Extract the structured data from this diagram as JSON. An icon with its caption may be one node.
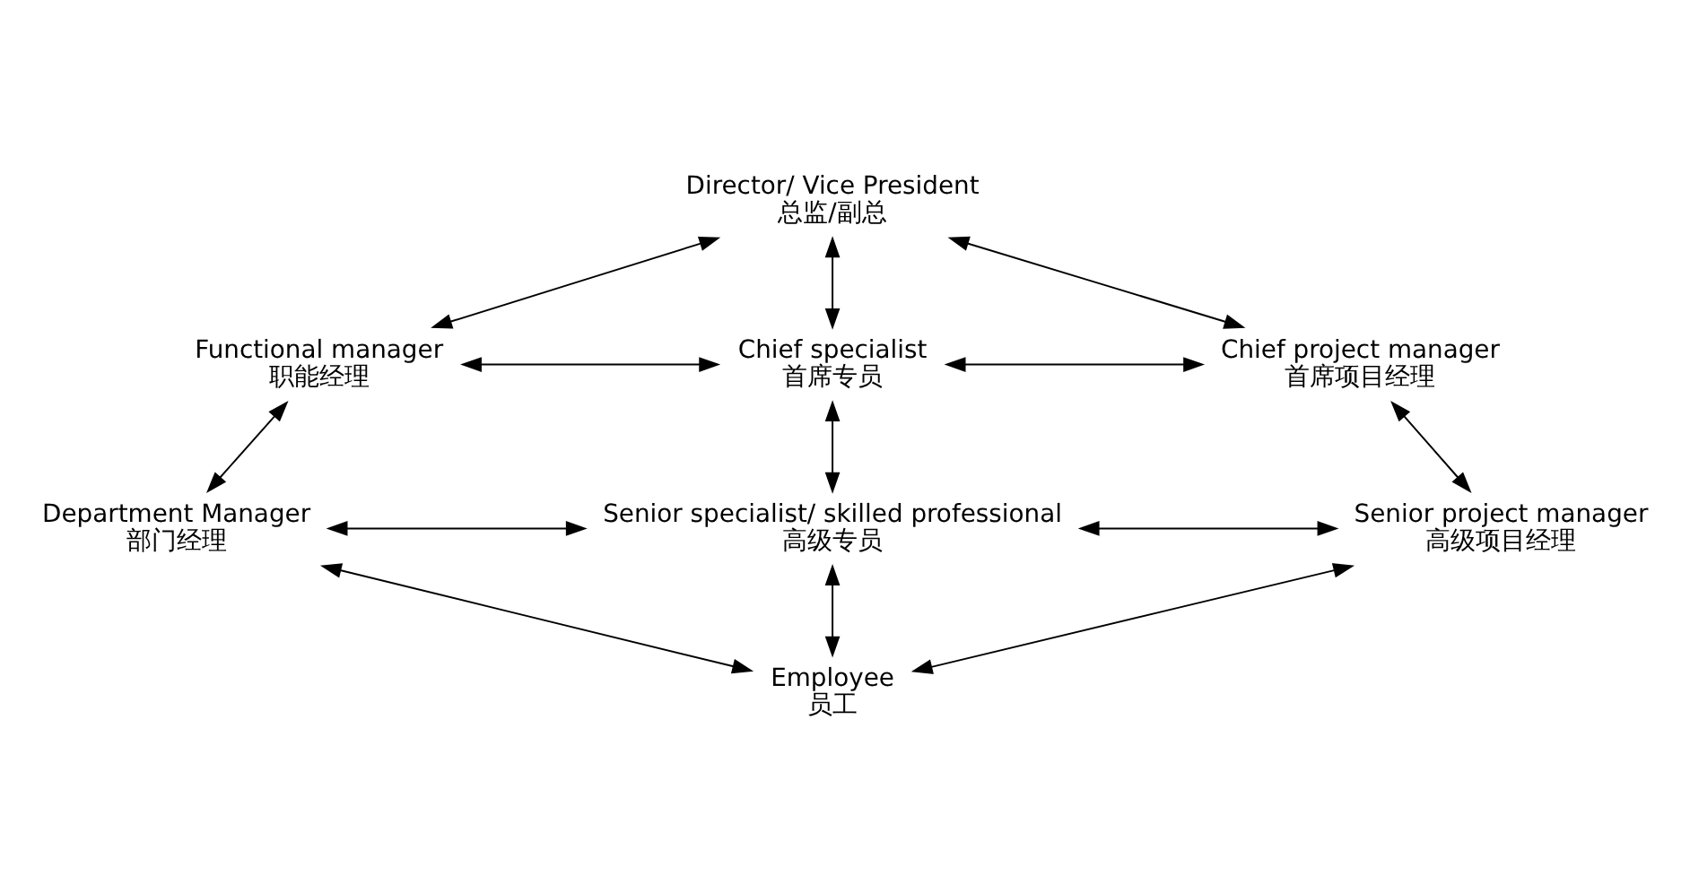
{
  "diagram": {
    "nodes": [
      {
        "text": [
          "Director/ Vice President",
          "总监/副总"
        ]
      },
      {
        "text": [
          "Functional manager",
          "职能经理"
        ]
      },
      {
        "text": [
          "Chief specialist",
          "首席专员"
        ]
      },
      {
        "text": [
          "Chief project manager",
          "首席项目经理"
        ]
      },
      {
        "text": [
          "Department Manager",
          "部门经理"
        ]
      },
      {
        "text": [
          "Senior specialist/ skilled professional",
          "高级专员"
        ]
      },
      {
        "text": [
          "Senior project manager",
          "高级项目经理"
        ]
      },
      {
        "text": [
          "Employee",
          "员工"
        ]
      }
    ],
    "edges": [
      {
        "from": 0,
        "to": 1,
        "arrow": "both"
      },
      {
        "from": 0,
        "to": 2,
        "arrow": "both"
      },
      {
        "from": 0,
        "to": 3,
        "arrow": "both"
      },
      {
        "from": 1,
        "to": 2,
        "arrow": "both"
      },
      {
        "from": 2,
        "to": 3,
        "arrow": "both"
      },
      {
        "from": 1,
        "to": 4,
        "arrow": "both"
      },
      {
        "from": 2,
        "to": 5,
        "arrow": "both"
      },
      {
        "from": 3,
        "to": 6,
        "arrow": "both"
      },
      {
        "from": 4,
        "to": 5,
        "arrow": "both"
      },
      {
        "from": 5,
        "to": 6,
        "arrow": "both"
      },
      {
        "from": 4,
        "to": 7,
        "arrow": "both"
      },
      {
        "from": 5,
        "to": 7,
        "arrow": "both"
      },
      {
        "from": 6,
        "to": 7,
        "arrow": "both"
      }
    ]
  }
}
